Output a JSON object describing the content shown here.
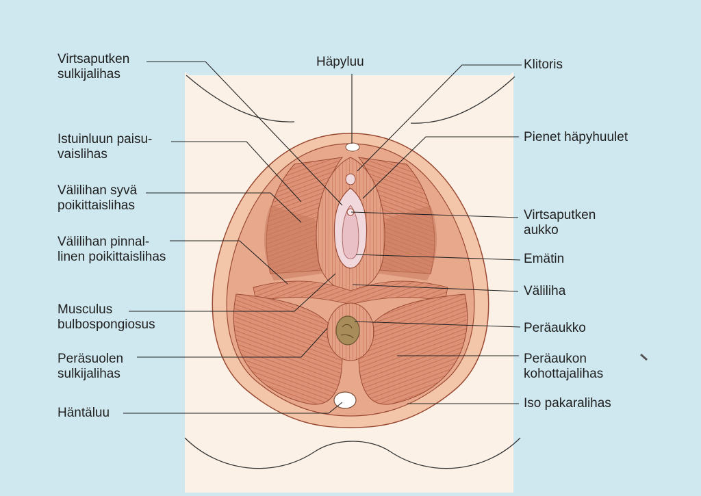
{
  "diagram": {
    "top_label": "Häpyluu",
    "left_labels": [
      {
        "line1": "Virtsaputken",
        "line2": "sulkijalihas"
      },
      {
        "line1": "Istuinluun paisu-",
        "line2": "vaislihas"
      },
      {
        "line1": "Välilihan syvä",
        "line2": "poikittaislihas"
      },
      {
        "line1": "Välilihan pinnal-",
        "line2": "linen poikittaislihas"
      },
      {
        "line1": "Musculus",
        "line2": "bulbospongiosus"
      },
      {
        "line1": "Peräsuolen",
        "line2": "sulkijalihas"
      },
      {
        "line1": "Häntäluu",
        "line2": ""
      }
    ],
    "right_labels": [
      {
        "line1": "Klitoris",
        "line2": ""
      },
      {
        "line1": "Pienet häpyhuulet",
        "line2": ""
      },
      {
        "line1": "Virtsaputken",
        "line2": "aukko"
      },
      {
        "line1": "Emätin",
        "line2": ""
      },
      {
        "line1": "Väliliha",
        "line2": ""
      },
      {
        "line1": "Peräaukko",
        "line2": ""
      },
      {
        "line1": "Peräaukon",
        "line2": "kohottajalihas"
      },
      {
        "line1": "Iso pakaralihas",
        "line2": ""
      }
    ]
  },
  "colors": {
    "background": "#cfe8ef",
    "skin": "#fbf1e6",
    "muscle": "#d98a6e",
    "muscle_dark": "#b8603f",
    "outline": "#9a4a33"
  }
}
